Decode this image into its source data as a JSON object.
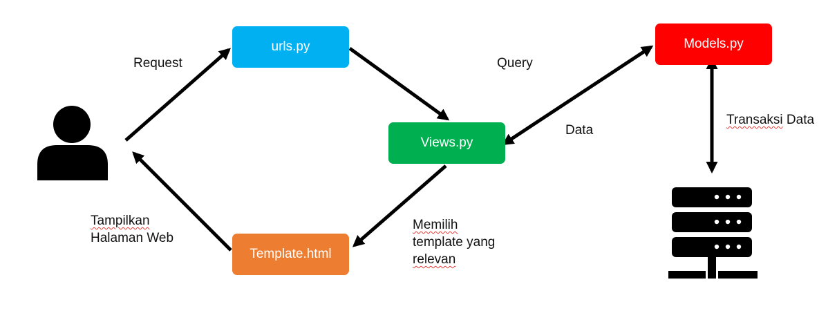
{
  "nodes": {
    "urls": {
      "label": "urls.py",
      "color": "#00b0f0"
    },
    "views": {
      "label": "Views.py",
      "color": "#00b050"
    },
    "template": {
      "label": "Template.html",
      "color": "#ed7d31"
    },
    "models": {
      "label": "Models.py",
      "color": "#ff0000"
    }
  },
  "edges": {
    "request": "Request",
    "query": "Query",
    "data": "Data",
    "transaksi_word": "Transaksi",
    "transaksi_rest": " Data",
    "tampilkan_word": "Tampilkan",
    "halaman": "Halaman Web",
    "memilih_word": "Memilih",
    "template_yang": "template yang",
    "relevan_word": "relevan"
  },
  "icons": {
    "user": "user-icon",
    "server": "server-icon"
  },
  "colors": {
    "arrow": "#000000",
    "text": "#111111",
    "spellcheck": "#e53935"
  }
}
